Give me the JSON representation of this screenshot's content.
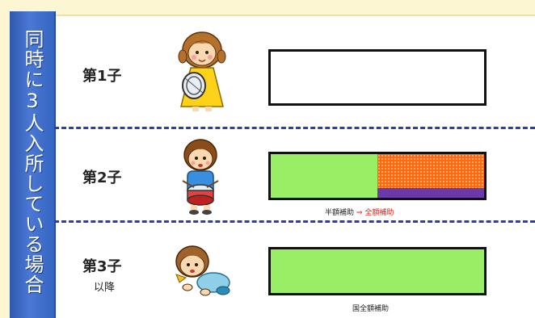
{
  "side_title": "同時に3人入所している場合",
  "rows": [
    {
      "label": "第1子",
      "sublabel": ""
    },
    {
      "label": "第2子",
      "sublabel": ""
    },
    {
      "label": "第3子",
      "sublabel": "以降"
    }
  ],
  "captions": {
    "half": "半額補助",
    "arrow": "⇒",
    "full": "全額補助",
    "national": "国全額補助"
  },
  "icons": {
    "child1": "girl-with-drum-illustration",
    "child2": "boy-with-drum-illustration",
    "child3": "crawling-baby-illustration"
  },
  "colors": {
    "panel": "#3b68c8",
    "green": "#99ee66",
    "orange": "#ff6a10",
    "purple": "#6a3aa8",
    "divider": "#2c3fa8"
  }
}
